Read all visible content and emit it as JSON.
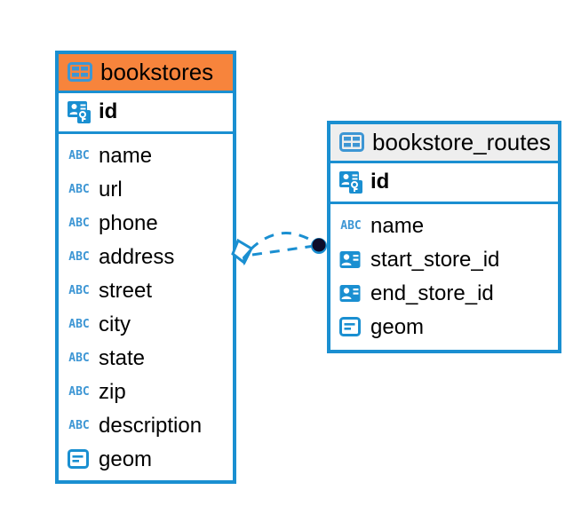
{
  "diagram": {
    "type": "entity-relationship-diagram",
    "background": "#ffffff",
    "accent_color": "#1a8fd1",
    "header_accent_color": "#f7843c",
    "header_plain_color": "#eeeeee",
    "icon_color": "#1a8fd1",
    "abc_icon_color": "#3d96d4",
    "endpoint_dot_color": "#0d0d2b"
  },
  "entities": [
    {
      "name": "bookstores",
      "header_style": "accent",
      "table_icon": "table-icon",
      "primary_key": {
        "label": "id",
        "icon": "primary-key-icon"
      },
      "fields": [
        {
          "label": "name",
          "icon": "abc-text-icon"
        },
        {
          "label": "url",
          "icon": "abc-text-icon"
        },
        {
          "label": "phone",
          "icon": "abc-text-icon"
        },
        {
          "label": "address",
          "icon": "abc-text-icon"
        },
        {
          "label": "street",
          "icon": "abc-text-icon"
        },
        {
          "label": "city",
          "icon": "abc-text-icon"
        },
        {
          "label": "state",
          "icon": "abc-text-icon"
        },
        {
          "label": "zip",
          "icon": "abc-text-icon"
        },
        {
          "label": "description",
          "icon": "abc-text-icon"
        },
        {
          "label": "geom",
          "icon": "geometry-icon"
        }
      ]
    },
    {
      "name": "bookstore_routes",
      "header_style": "plain",
      "table_icon": "table-icon",
      "primary_key": {
        "label": "id",
        "icon": "primary-key-icon"
      },
      "fields": [
        {
          "label": "name",
          "icon": "abc-text-icon"
        },
        {
          "label": "start_store_id",
          "icon": "foreign-key-icon"
        },
        {
          "label": "end_store_id",
          "icon": "foreign-key-icon"
        },
        {
          "label": "geom",
          "icon": "geometry-icon"
        }
      ]
    }
  ],
  "relationship": {
    "from_entity": "bookstores",
    "to_entity": "bookstore_routes",
    "line_style": "dashed",
    "source_marker": "diamond-marker",
    "target_marker": "filled-circle-marker",
    "cardinality": "one-to-many"
  }
}
